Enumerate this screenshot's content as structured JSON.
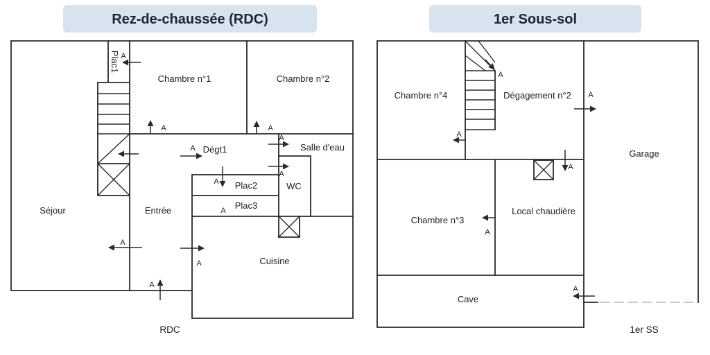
{
  "colors": {
    "title_bg": "#d7e4f0",
    "wall": "#2a2a2a",
    "text": "#1e1e1e",
    "title_text": "#1b2633"
  },
  "floors": {
    "rdc": {
      "title": "Rez-de-chaussée (RDC)",
      "label": "RDC",
      "access_marker": "A",
      "rooms": {
        "sejour": "Séjour",
        "plac1": "Plac1",
        "chambre_1": "Chambre n°1",
        "chambre_2": "Chambre n°2",
        "degt1": "Dégt1",
        "salle_eau": "Salle d'eau",
        "wc": "WC",
        "plac2": "Plac2",
        "plac3": "Plac3",
        "entree": "Entrée",
        "cuisine": "Cuisine"
      }
    },
    "sous_sol": {
      "title": "1er Sous-sol",
      "label": "1er SS",
      "access_marker": "A",
      "rooms": {
        "chambre_4": "Chambre n°4",
        "degagement_2": "Dégagement n°2",
        "garage": "Garage",
        "chambre_3": "Chambre n°3",
        "local_chaudiere": "Local chaudière",
        "cave": "Cave"
      }
    }
  }
}
